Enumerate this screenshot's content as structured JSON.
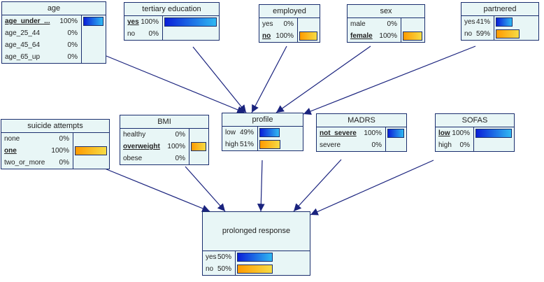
{
  "nodes": [
    {
      "id": "age",
      "title": "age",
      "rows": [
        {
          "label": "age_under_...",
          "value": "100%",
          "fill": 1.0,
          "selected": true
        },
        {
          "label": "age_25_44",
          "value": "0%",
          "fill": 0,
          "selected": false
        },
        {
          "label": "age_45_64",
          "value": "0%",
          "fill": 0,
          "selected": false
        },
        {
          "label": "age_65_up",
          "value": "0%",
          "fill": 0,
          "selected": false
        }
      ]
    },
    {
      "id": "tertiary-education",
      "title": "tertiary education",
      "rows": [
        {
          "label": "yes",
          "value": "100%",
          "fill": 1.0,
          "selected": true
        },
        {
          "label": "no",
          "value": "0%",
          "fill": 0,
          "selected": false
        }
      ]
    },
    {
      "id": "employed",
      "title": "employed",
      "rows": [
        {
          "label": "yes",
          "value": "0%",
          "fill": 0,
          "selected": false
        },
        {
          "label": "no",
          "value": "100%",
          "fill": 1.0,
          "selected": true
        }
      ]
    },
    {
      "id": "sex",
      "title": "sex",
      "rows": [
        {
          "label": "male",
          "value": "0%",
          "fill": 0,
          "selected": false
        },
        {
          "label": "female",
          "value": "100%",
          "fill": 1.0,
          "selected": true
        }
      ]
    },
    {
      "id": "partnered",
      "title": "partnered",
      "rows": [
        {
          "label": "yes",
          "value": "41%",
          "fill": 0.41,
          "selected": false
        },
        {
          "label": "no",
          "value": "59%",
          "fill": 0.59,
          "selected": false
        }
      ]
    },
    {
      "id": "suicide-attempts",
      "title": "suicide attempts",
      "rows": [
        {
          "label": "none",
          "value": "0%",
          "fill": 0,
          "selected": false
        },
        {
          "label": "one",
          "value": "100%",
          "fill": 1.0,
          "selected": true
        },
        {
          "label": "two_or_more",
          "value": "0%",
          "fill": 0,
          "selected": false
        }
      ]
    },
    {
      "id": "bmi",
      "title": "BMI",
      "rows": [
        {
          "label": "healthy",
          "value": "0%",
          "fill": 0,
          "selected": false
        },
        {
          "label": "overweight",
          "value": "100%",
          "fill": 1.0,
          "selected": true
        },
        {
          "label": "obese",
          "value": "0%",
          "fill": 0,
          "selected": false
        }
      ]
    },
    {
      "id": "profile",
      "title": "profile",
      "rows": [
        {
          "label": "low",
          "value": "49%",
          "fill": 0.49,
          "selected": false
        },
        {
          "label": "high",
          "value": "51%",
          "fill": 0.51,
          "selected": false
        }
      ]
    },
    {
      "id": "madrs",
      "title": "MADRS",
      "rows": [
        {
          "label": "not_severe",
          "value": "100%",
          "fill": 1.0,
          "selected": true
        },
        {
          "label": "severe",
          "value": "0%",
          "fill": 0,
          "selected": false
        }
      ]
    },
    {
      "id": "sofas",
      "title": "SOFAS",
      "rows": [
        {
          "label": "low",
          "value": "100%",
          "fill": 1.0,
          "selected": true
        },
        {
          "label": "high",
          "value": "0%",
          "fill": 0,
          "selected": false
        }
      ]
    },
    {
      "id": "prolonged-response",
      "title": "prolonged response",
      "rows": [
        {
          "label": "yes",
          "value": "50%",
          "fill": 0.5,
          "selected": false
        },
        {
          "label": "no",
          "value": "50%",
          "fill": 0.5,
          "selected": false
        }
      ]
    }
  ],
  "edges": [
    {
      "from": "age",
      "to": "profile"
    },
    {
      "from": "tertiary-education",
      "to": "profile"
    },
    {
      "from": "employed",
      "to": "profile"
    },
    {
      "from": "sex",
      "to": "profile"
    },
    {
      "from": "partnered",
      "to": "profile"
    },
    {
      "from": "suicide-attempts",
      "to": "prolonged-response"
    },
    {
      "from": "bmi",
      "to": "prolonged-response"
    },
    {
      "from": "profile",
      "to": "prolonged-response"
    },
    {
      "from": "madrs",
      "to": "prolonged-response"
    },
    {
      "from": "sofas",
      "to": "prolonged-response"
    }
  ],
  "colors": {
    "node_fill": "#e8f6f6",
    "border": "#1a2e6e",
    "edge": "#1a237e",
    "bar_blue": "#0a1fd8",
    "bar_orange": "#ff9a00"
  }
}
